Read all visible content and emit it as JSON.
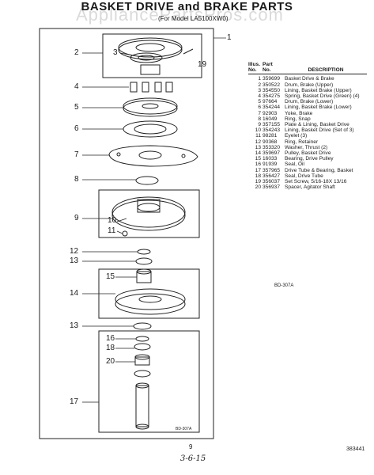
{
  "header": {
    "title": "BASKET DRIVE and BRAKE PARTS",
    "subtitle": "(For Model LA5100XW0)",
    "watermark": "AppliancePartsPros.com"
  },
  "parts_table": {
    "col_illus": "Illus.\nNo.",
    "col_part": "Part\nNo.",
    "col_desc": "DESCRIPTION",
    "rows": [
      {
        "illus": "1",
        "part": "359699",
        "desc": "Basket Drive & Brake"
      },
      {
        "illus": "2",
        "part": "350522",
        "desc": "Drum, Brake (Upper)"
      },
      {
        "illus": "3",
        "part": "354550",
        "desc": "Lining, Basket Brake (Upper)"
      },
      {
        "illus": "4",
        "part": "354275",
        "desc": "Spring, Basket Drive (Green) (4)"
      },
      {
        "illus": "5",
        "part": "97664",
        "desc": "Drum, Brake (Lower)"
      },
      {
        "illus": "6",
        "part": "354244",
        "desc": "Lining, Basket Brake (Lower)"
      },
      {
        "illus": "7",
        "part": "92903",
        "desc": "Yoke, Brake"
      },
      {
        "illus": "8",
        "part": "16049",
        "desc": "Ring, Snap"
      },
      {
        "illus": "9",
        "part": "357155",
        "desc": "Plate & Lining, Basket Drive"
      },
      {
        "illus": "10",
        "part": "354243",
        "desc": "Lining, Basket Drive (Set of 3)"
      },
      {
        "illus": "11",
        "part": "98281",
        "desc": "Eyelet (3)"
      },
      {
        "illus": "12",
        "part": "90368",
        "desc": "Ring, Retainer"
      },
      {
        "illus": "13",
        "part": "353320",
        "desc": "Washer, Thrust (2)"
      },
      {
        "illus": "14",
        "part": "359697",
        "desc": "Pulley, Basket Drive"
      },
      {
        "illus": "15",
        "part": "16033",
        "desc": "Bearing, Drive Pulley"
      },
      {
        "illus": "16",
        "part": "91939",
        "desc": "Seal, Oil"
      },
      {
        "illus": "17",
        "part": "357965",
        "desc": "Drive Tube & Bearing, Basket"
      },
      {
        "illus": "18",
        "part": "356427",
        "desc": "Seal, Drive Tube"
      },
      {
        "illus": "19",
        "part": "356037",
        "desc": "Set Screw, 5/16-18X 13/16"
      },
      {
        "illus": "20",
        "part": "356937",
        "desc": "Spacer, Agitator Shaft"
      }
    ]
  },
  "refs": {
    "table_ref": "BD-307A",
    "diagram_ref": "BD-307A",
    "page_number": "9",
    "doc_number": "383441",
    "handwritten_note": "3-6-15"
  },
  "callouts": [
    "1",
    "2",
    "3",
    "19",
    "4",
    "5",
    "6",
    "7",
    "8",
    "9",
    "10",
    "11",
    "12",
    "13",
    "15",
    "14",
    "13",
    "16",
    "18",
    "20",
    "17"
  ]
}
